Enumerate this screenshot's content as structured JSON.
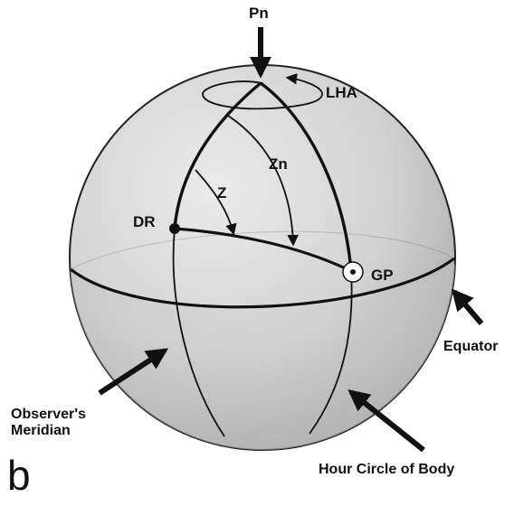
{
  "labels": {
    "pn": "Pn",
    "lha": "LHA",
    "zn": "Zn",
    "z": "Z",
    "dr": "DR",
    "gp": "GP",
    "equator": "Equator",
    "observers_meridian_line1": "Observer's",
    "observers_meridian_line2": "Meridian",
    "hour_circle": "Hour Circle of Body",
    "panel_letter": "b"
  },
  "colors": {
    "sphere_light": "#e4e4e4",
    "sphere_mid": "#c9c9c9",
    "sphere_shade": "#a7a7a7",
    "line": "#111111"
  }
}
